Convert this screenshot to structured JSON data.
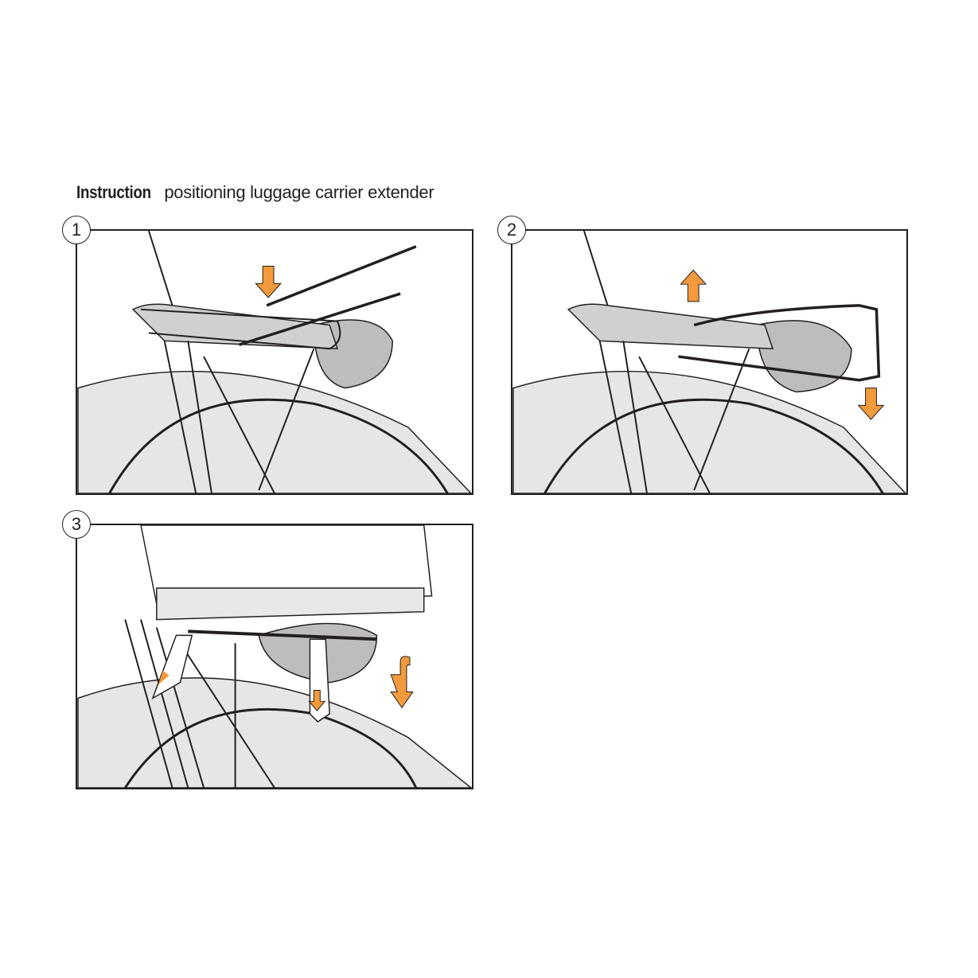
{
  "title": {
    "bold": "Instruction",
    "rest": "positioning luggage carrier extender"
  },
  "steps": [
    {
      "number": "1"
    },
    {
      "number": "2"
    },
    {
      "number": "3"
    }
  ],
  "colors": {
    "arrow": "#f39a3c",
    "line": "#231f20",
    "fill": "#d9d9d9"
  }
}
